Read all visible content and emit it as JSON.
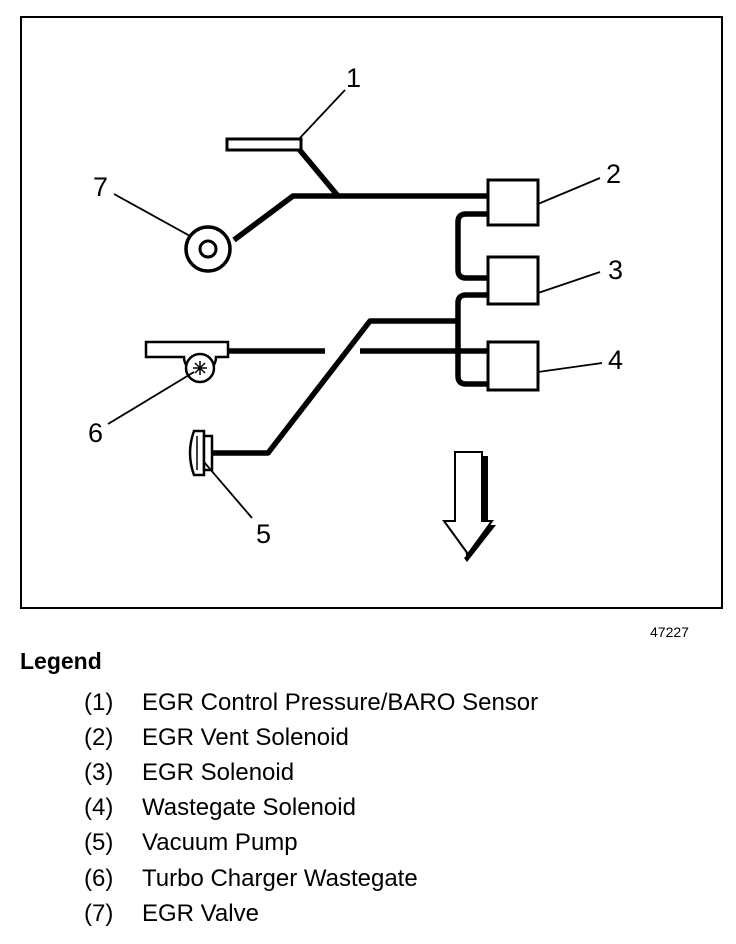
{
  "figure_id": "47227",
  "callouts": [
    "1",
    "2",
    "3",
    "4",
    "5",
    "6",
    "7"
  ],
  "legend": {
    "title": "Legend",
    "items": [
      {
        "num": "(1)",
        "label": "EGR Control Pressure/BARO Sensor"
      },
      {
        "num": "(2)",
        "label": "EGR Vent Solenoid"
      },
      {
        "num": "(3)",
        "label": "EGR Solenoid"
      },
      {
        "num": "(4)",
        "label": "Wastegate Solenoid"
      },
      {
        "num": "(5)",
        "label": "Vacuum Pump"
      },
      {
        "num": "(6)",
        "label": "Turbo Charger Wastegate"
      },
      {
        "num": "(7)",
        "label": "EGR Valve"
      }
    ]
  }
}
